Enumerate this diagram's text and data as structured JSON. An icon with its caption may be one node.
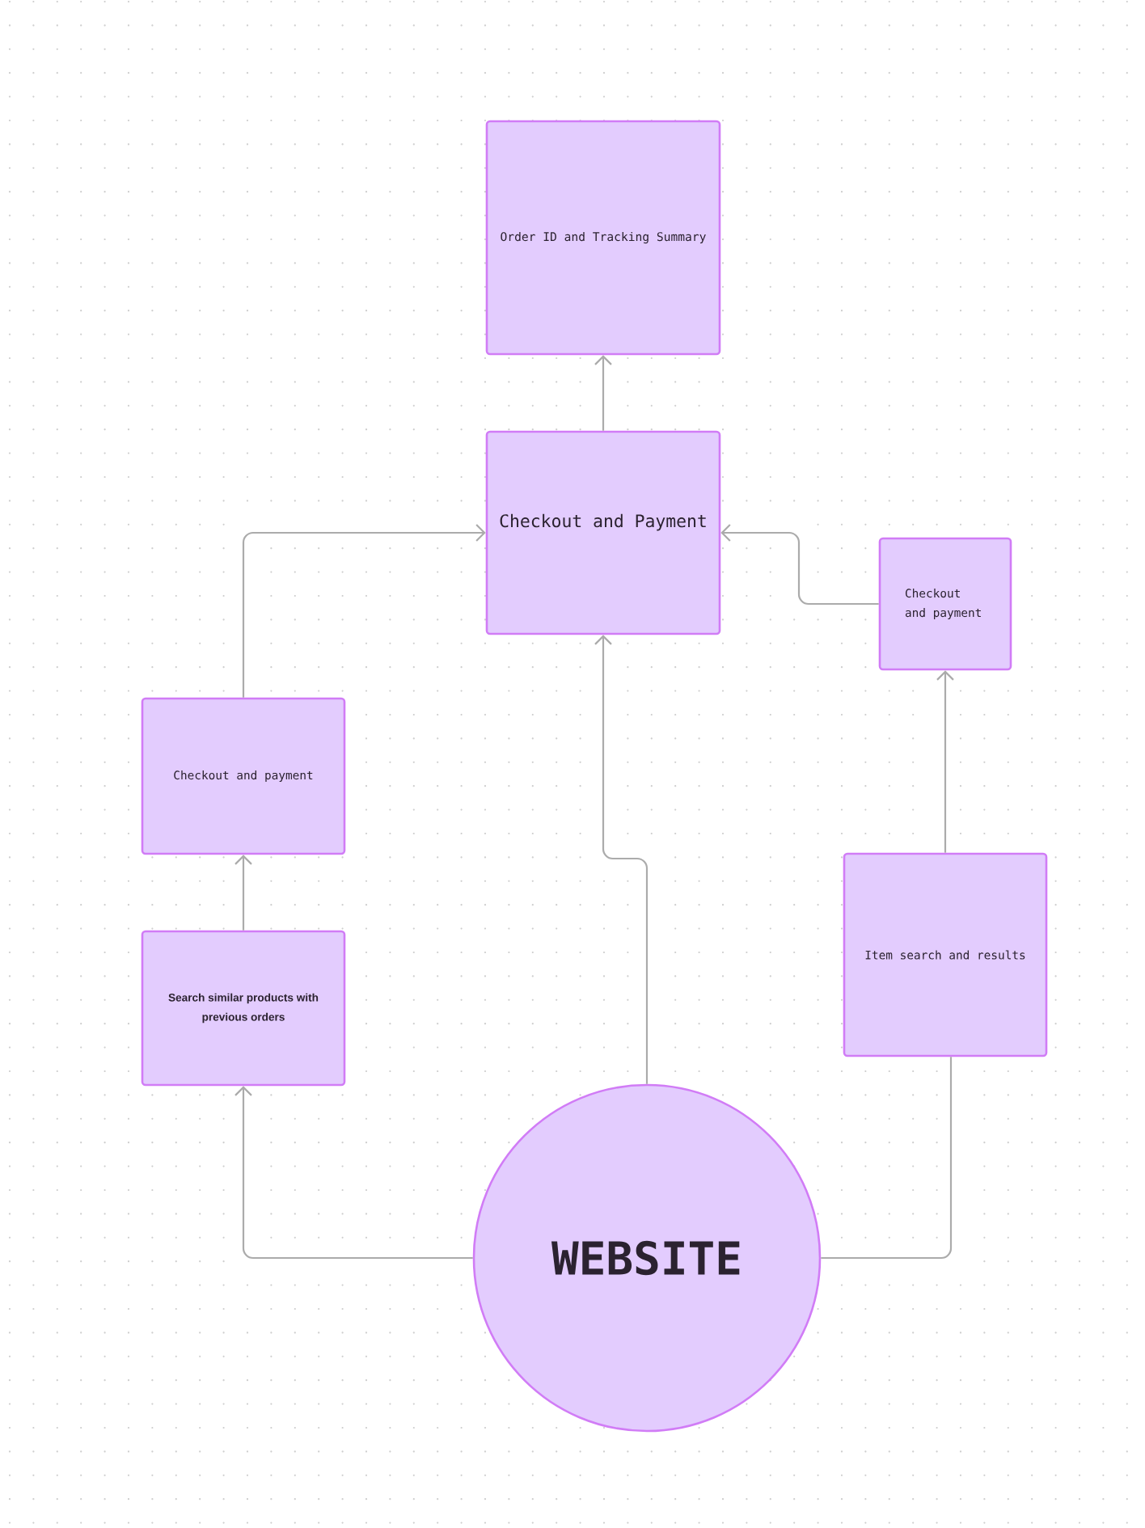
{
  "diagram": {
    "nodes": [
      {
        "text": [
          "Order ID and Tracking Summary"
        ]
      },
      {
        "text": [
          "Checkout and Payment"
        ]
      },
      {
        "text": [
          "Checkout and payment"
        ]
      },
      {
        "text": [
          "Checkout and payment"
        ]
      },
      {
        "text": [
          "Item search and results"
        ]
      },
      {
        "text": [
          "Search similar products with previous orders"
        ]
      },
      {
        "text": [
          "WEBSITE"
        ]
      }
    ],
    "edges": [
      {
        "from": 1,
        "to": 0,
        "arrow": "to"
      },
      {
        "from": 6,
        "to": 1,
        "arrow": "to"
      },
      {
        "from": 2,
        "to": 1,
        "arrow": "to"
      },
      {
        "from": 3,
        "to": 1,
        "arrow": "to"
      },
      {
        "from": 5,
        "to": 3,
        "arrow": "to"
      },
      {
        "from": 4,
        "to": 2,
        "arrow": "to"
      },
      {
        "from": 6,
        "to": 5,
        "arrow": "to"
      },
      {
        "from": 6,
        "to": 4,
        "arrow": "none"
      }
    ]
  }
}
